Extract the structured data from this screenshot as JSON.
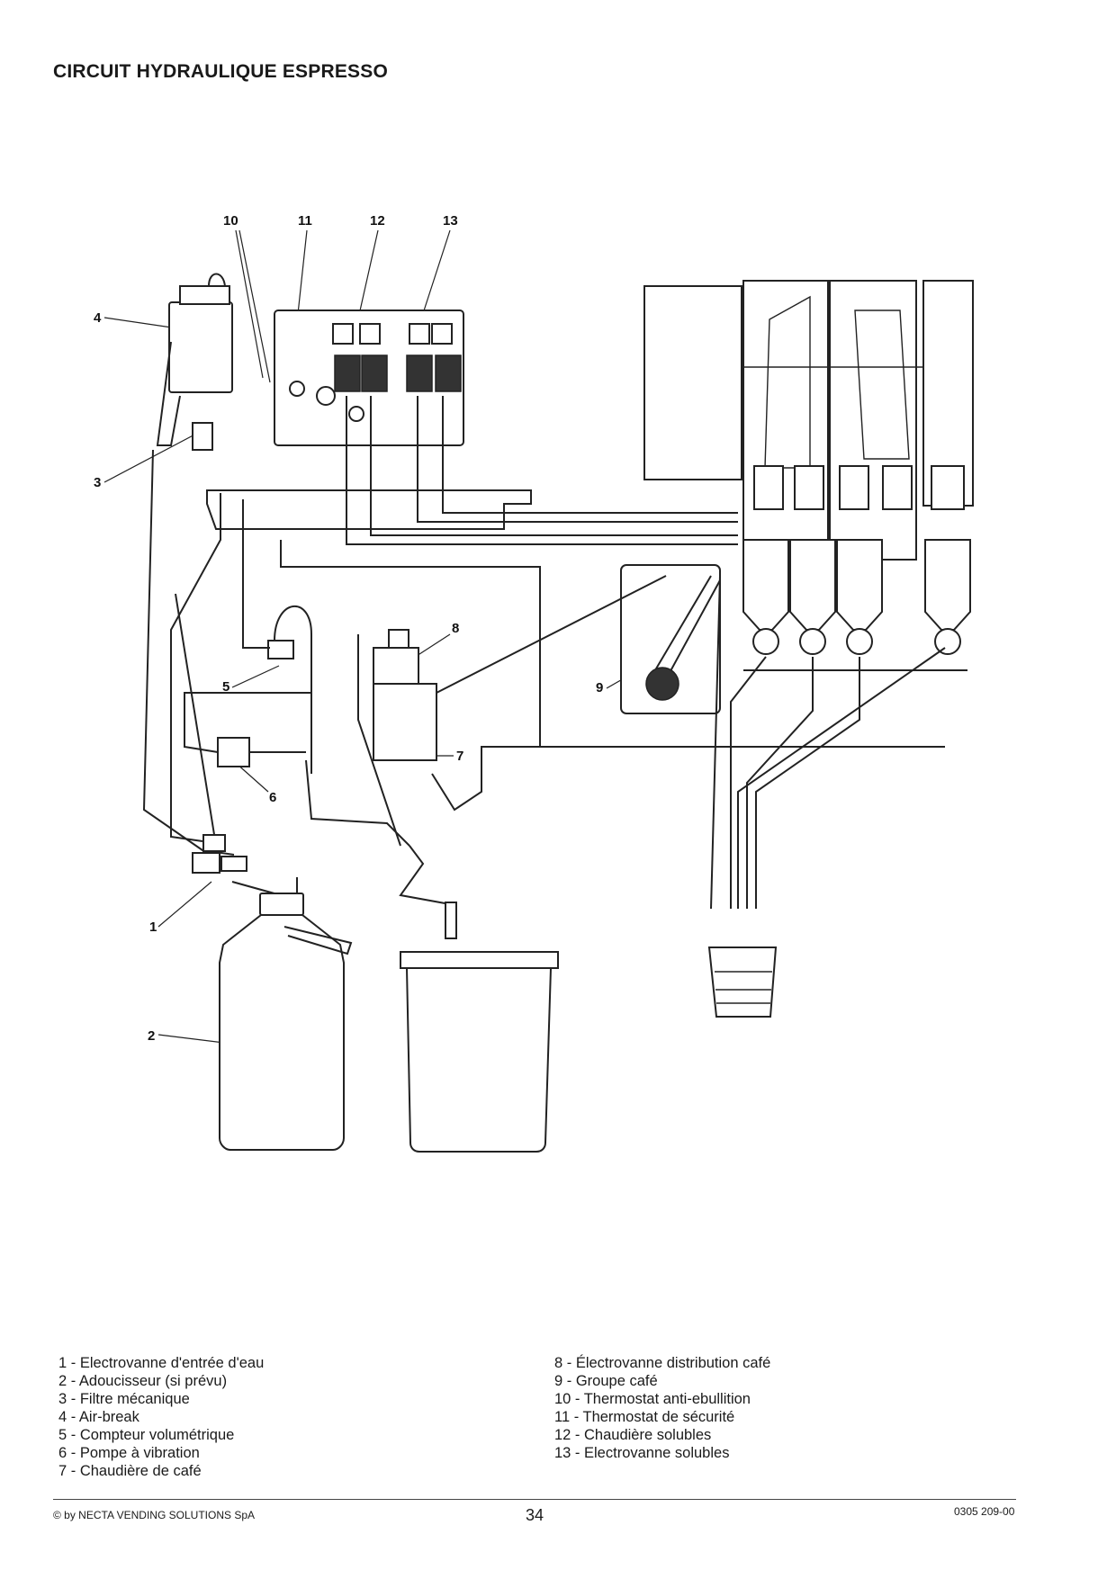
{
  "page": {
    "title": "CIRCUIT HYDRAULIQUE ESPRESSO",
    "page_number": "34",
    "copyright": "© by NECTA VENDING SOLUTIONS SpA",
    "doc_code": "0305 209-00"
  },
  "callouts": [
    "1",
    "2",
    "3",
    "4",
    "5",
    "6",
    "7",
    "8",
    "9",
    "10",
    "11",
    "12",
    "13"
  ],
  "legend_left": [
    "1 - Electrovanne d'entrée d'eau",
    "2 - Adoucisseur (si prévu)",
    "3 - Filtre mécanique",
    "4 - Air-break",
    "5 - Compteur volumétrique",
    "6 - Pompe à vibration",
    "7 - Chaudière de café"
  ],
  "legend_right": [
    "8 - Électrovanne distribution café",
    "9 - Groupe café",
    "10 - Thermostat anti-ebullition",
    "11 - Thermostat de sécurité",
    "12 - Chaudière solubles",
    "13 - Electrovanne solubles"
  ]
}
